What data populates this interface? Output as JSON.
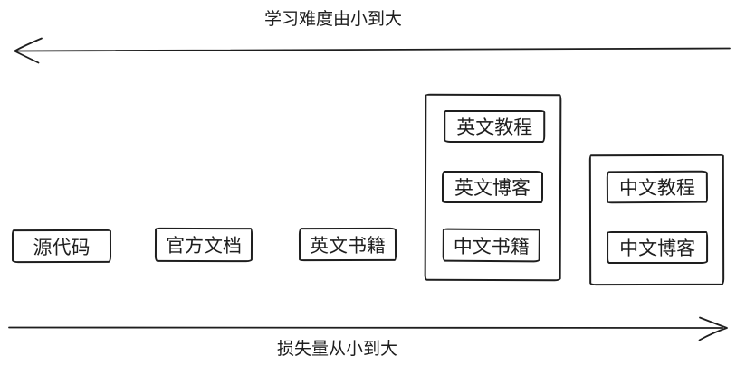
{
  "colors": {
    "ink": "#1e1e1e",
    "background": "#ffffff"
  },
  "axes": {
    "top": {
      "label": "学习难度由小到大",
      "arrow_direction": "left"
    },
    "bottom": {
      "label": "损失量从小到大",
      "arrow_direction": "right"
    }
  },
  "boxes": [
    "源代码",
    "官方文档",
    "英文书籍"
  ],
  "groups": [
    {
      "items": [
        "英文教程",
        "英文博客",
        "中文书籍"
      ]
    },
    {
      "items": [
        "中文教程",
        "中文博客"
      ]
    }
  ]
}
